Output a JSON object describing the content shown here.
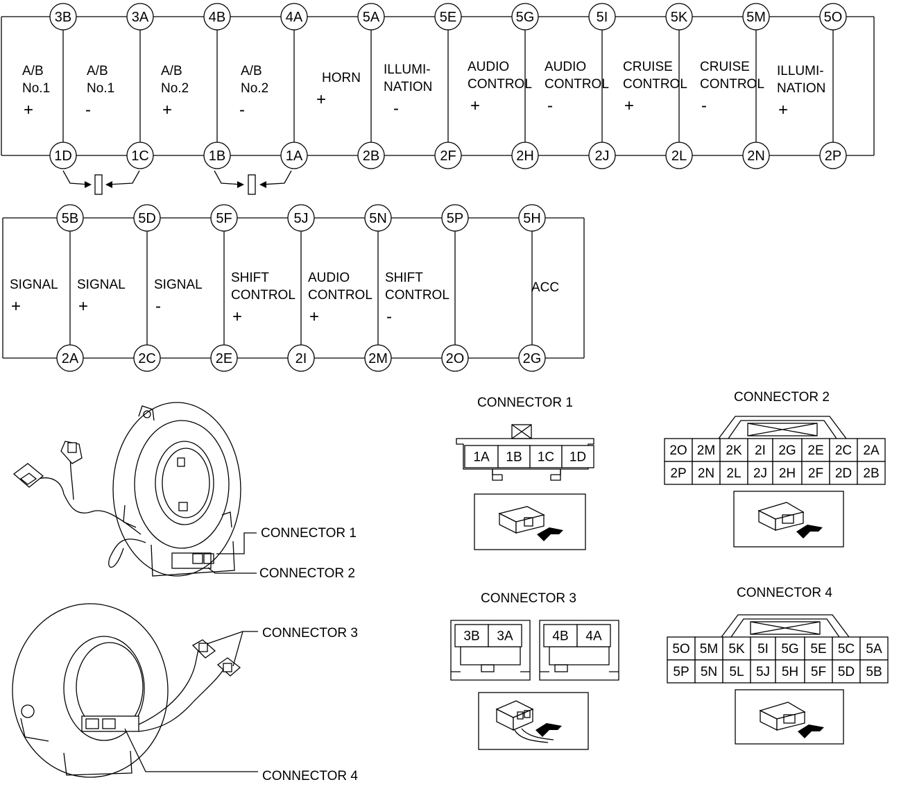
{
  "top_circuit": {
    "columns": [
      {
        "top": "3B",
        "bottom": "1D",
        "label": [
          "A/B",
          "No.1"
        ],
        "sign": "+"
      },
      {
        "top": "3A",
        "bottom": "1C",
        "label": [
          "A/B",
          "No.1"
        ],
        "sign": "-"
      },
      {
        "top": "4B",
        "bottom": "1B",
        "label": [
          "A/B",
          "No.2"
        ],
        "sign": "+"
      },
      {
        "top": "4A",
        "bottom": "1A",
        "label": [
          "A/B",
          "No.2"
        ],
        "sign": "-"
      },
      {
        "top": "5A",
        "bottom": "2B",
        "label": [
          "HORN"
        ],
        "sign": "+"
      },
      {
        "top": "5E",
        "bottom": "2F",
        "label": [
          "ILLUMI-",
          "NATION"
        ],
        "sign": "-"
      },
      {
        "top": "5G",
        "bottom": "2H",
        "label": [
          "AUDIO",
          "CONTROL"
        ],
        "sign": "+"
      },
      {
        "top": "5I",
        "bottom": "2J",
        "label": [
          "AUDIO",
          "CONTROL"
        ],
        "sign": "-"
      },
      {
        "top": "5K",
        "bottom": "2L",
        "label": [
          "CRUISE",
          "CONTROL"
        ],
        "sign": "+"
      },
      {
        "top": "5M",
        "bottom": "2N",
        "label": [
          "CRUISE",
          "CONTROL"
        ],
        "sign": "-"
      },
      {
        "top": "5O",
        "bottom": "2P",
        "label": [
          "ILLUMI-",
          "NATION"
        ],
        "sign": "+"
      }
    ]
  },
  "bottom_circuit": {
    "columns": [
      {
        "top": "5B",
        "bottom": "2A",
        "label": [
          "SIGNAL"
        ],
        "sign": "+"
      },
      {
        "top": "5D",
        "bottom": "2C",
        "label": [
          "SIGNAL"
        ],
        "sign": "+"
      },
      {
        "top": "5F",
        "bottom": "2E",
        "label": [
          "SIGNAL"
        ],
        "sign": "-"
      },
      {
        "top": "5J",
        "bottom": "2I",
        "label": [
          "SHIFT",
          "CONTROL"
        ],
        "sign": "+"
      },
      {
        "top": "5N",
        "bottom": "2M",
        "label": [
          "AUDIO",
          "CONTROL"
        ],
        "sign": "+"
      },
      {
        "top": "5P",
        "bottom": "2O",
        "label": [
          "SHIFT",
          "CONTROL"
        ],
        "sign": "-"
      },
      {
        "top": "5H",
        "bottom": "2G",
        "label": [
          "ACC"
        ],
        "sign": ""
      }
    ]
  },
  "callouts": {
    "connector_1": "CONNECTOR 1",
    "connector_2": "CONNECTOR 2",
    "connector_3": "CONNECTOR 3",
    "connector_4": "CONNECTOR 4"
  },
  "connectors": {
    "connector_1": {
      "title": "CONNECTOR 1",
      "pins": [
        "1A",
        "1B",
        "1C",
        "1D"
      ]
    },
    "connector_2": {
      "title": "CONNECTOR 2",
      "rows": [
        [
          "2O",
          "2M",
          "2K",
          "2I",
          "2G",
          "2E",
          "2C",
          "2A"
        ],
        [
          "2P",
          "2N",
          "2L",
          "2J",
          "2H",
          "2F",
          "2D",
          "2B"
        ]
      ]
    },
    "connector_3": {
      "title": "CONNECTOR 3",
      "pins_a": [
        "3B",
        "3A"
      ],
      "pins_b": [
        "4B",
        "4A"
      ]
    },
    "connector_4": {
      "title": "CONNECTOR 4",
      "rows": [
        [
          "5O",
          "5M",
          "5K",
          "5I",
          "5G",
          "5E",
          "5C",
          "5A"
        ],
        [
          "5P",
          "5N",
          "5L",
          "5J",
          "5H",
          "5F",
          "5D",
          "5B"
        ]
      ]
    }
  }
}
